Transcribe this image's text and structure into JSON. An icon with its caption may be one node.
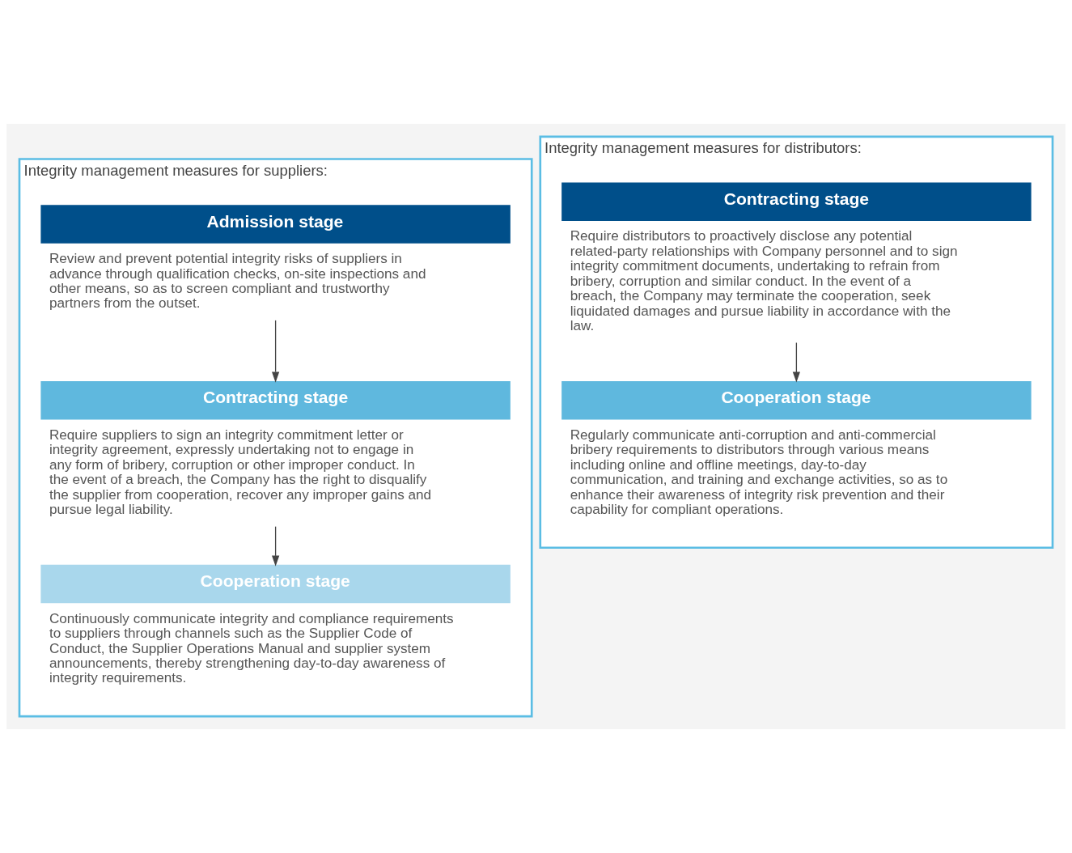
{
  "diagram": {
    "nodes": [
      {
        "text": [
          "Integrity management measures for suppliers:"
        ]
      },
      {
        "text": [
          "Admission stage",
          "Review and prevent potential integrity risks of suppliers in advance through qualification checks, on-site inspections and other means, so as to screen compliant and trustworthy partners from the outset."
        ],
        "in": 0
      },
      {
        "text": [
          "Contracting stage",
          "Require suppliers to sign an integrity commitment letter or integrity agreement, expressly undertaking not to engage in any form of bribery, corruption or other improper conduct. In the event of a breach, the Company has the right to disqualify the supplier from cooperation, recover any improper gains and pursue legal liability."
        ],
        "in": 0
      },
      {
        "text": [
          "Cooperation stage",
          "Continuously communicate integrity and compliance requirements to suppliers through channels such as the Supplier Code of Conduct, the Supplier Operations Manual and supplier system announcements, thereby strengthening day-to-day awareness of integrity requirements."
        ],
        "in": 0
      },
      {
        "text": [
          "Integrity management measures for distributors:"
        ]
      },
      {
        "text": [
          "Contracting stage",
          "Require distributors to proactively disclose any potential related-party relationships with Company personnel and to sign integrity commitment documents, undertaking to refrain from bribery, corruption and similar conduct. In the event of a breach, the Company may terminate the cooperation, seek liquidated damages and pursue liability in accordance with the law."
        ],
        "in": 4
      },
      {
        "text": [
          "Cooperation stage",
          "Regularly communicate anti-corruption and anti-commercial bribery requirements to distributors through various means including online and offline meetings, day-to-day communication, and training and exchange activities, so as to enhance their awareness of integrity risk prevention and their capability for compliant operations."
        ],
        "in": 4
      }
    ],
    "edges": [
      {
        "from": 1,
        "to": 2,
        "arrow": "to"
      },
      {
        "from": 2,
        "to": 3,
        "arrow": "to"
      },
      {
        "from": 5,
        "to": 6,
        "arrow": "to"
      }
    ]
  }
}
